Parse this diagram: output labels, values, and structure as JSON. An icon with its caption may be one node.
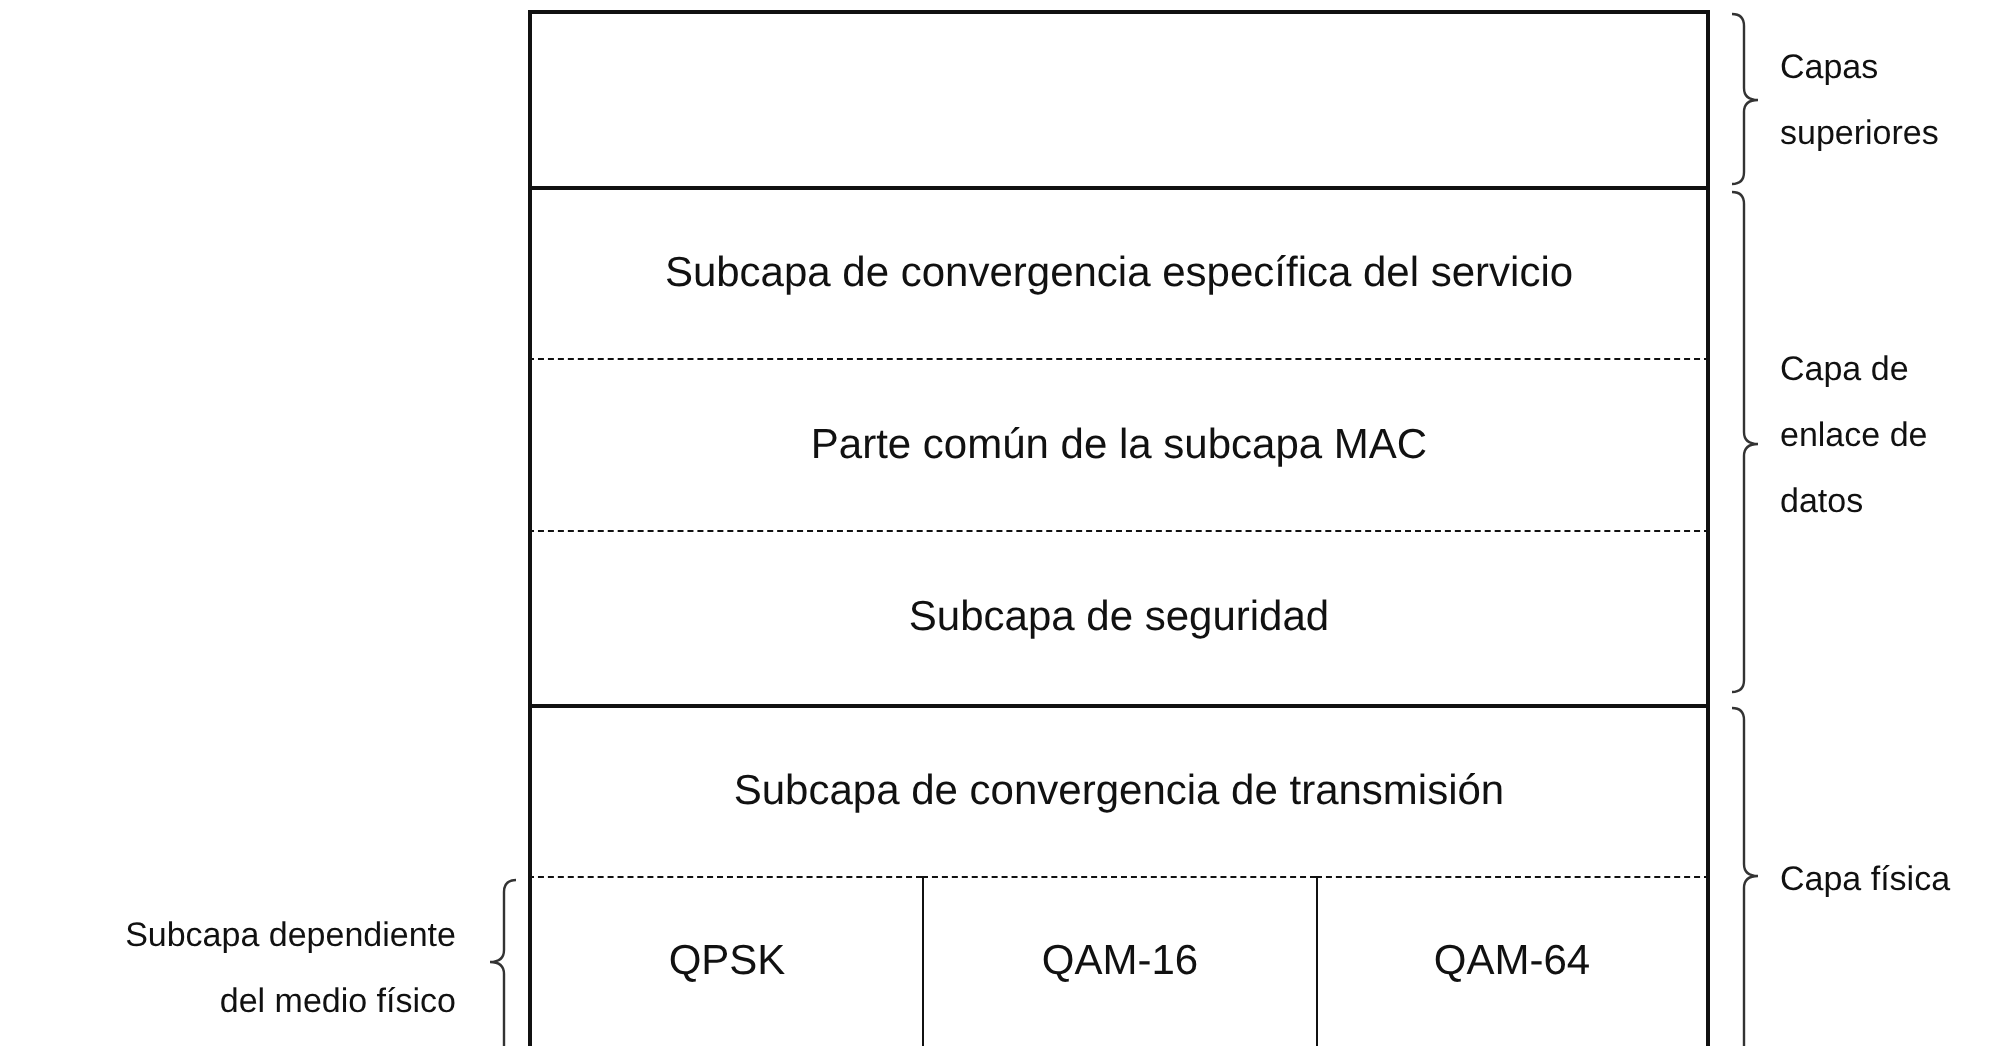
{
  "diagram": {
    "nodes": [
      {
        "text": [],
        "shape": "box"
      },
      {
        "text": [
          "Subcapa de convergencia específica del servicio"
        ]
      },
      {
        "text": [
          "Parte común de la subcapa MAC"
        ]
      },
      {
        "text": [
          "Subcapa de seguridad"
        ]
      },
      {
        "text": [
          "Subcapa de convergencia de transmisión"
        ]
      },
      {
        "text": [
          "QPSK"
        ]
      },
      {
        "text": [
          "QAM-16"
        ]
      },
      {
        "text": [
          "QAM-64"
        ]
      }
    ],
    "edges": [],
    "labels": [
      "Capas superiores",
      "Capa de enlace de datos",
      "Capa física",
      "Subcapa dependiente del medio físico"
    ]
  }
}
